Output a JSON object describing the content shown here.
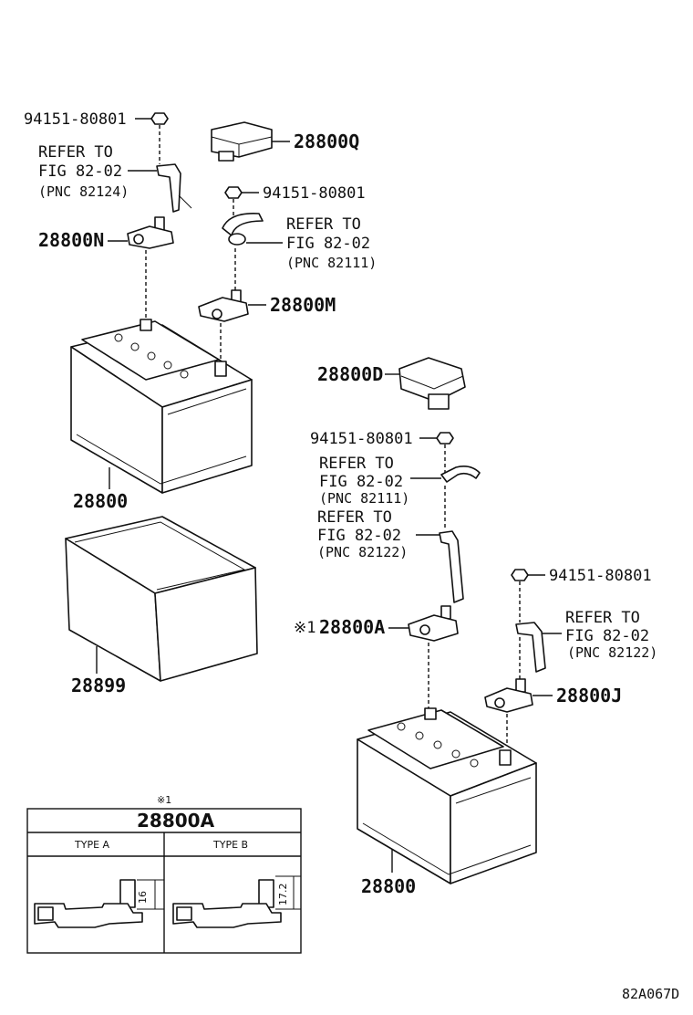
{
  "parts": {
    "nut_1": "94151-80801",
    "nut_2": "94151-80801",
    "nut_3": "94151-80801",
    "nut_4": "94151-80801",
    "cover_q": "28800Q",
    "terminal_n": "28800N",
    "terminal_m": "28800M",
    "cover_d": "28800D",
    "terminal_a": "28800A",
    "terminal_a_mark": "※1",
    "terminal_j": "28800J",
    "battery_1": "28800",
    "battery_2": "28800",
    "tray": "28899"
  },
  "refs": [
    {
      "line1": "REFER TO",
      "line2": "FIG 82-02",
      "line3": "(PNC 82124)"
    },
    {
      "line1": "REFER TO",
      "line2": "FIG 82-02",
      "line3": "(PNC 82111)"
    },
    {
      "line1": "REFER TO",
      "line2": "FIG 82-02",
      "line3": "(PNC 82111)"
    },
    {
      "line1": "REFER TO",
      "line2": "FIG 82-02",
      "line3": "(PNC 82122)"
    },
    {
      "line1": "REFER TO",
      "line2": "FIG 82-02",
      "line3": "(PNC 82122)"
    }
  ],
  "inset": {
    "mark": "※1",
    "title": "28800A",
    "type_a": "TYPE A",
    "type_b": "TYPE B",
    "dim_a": "16",
    "dim_b": "17.2"
  },
  "footer": {
    "code": "82A067D"
  }
}
